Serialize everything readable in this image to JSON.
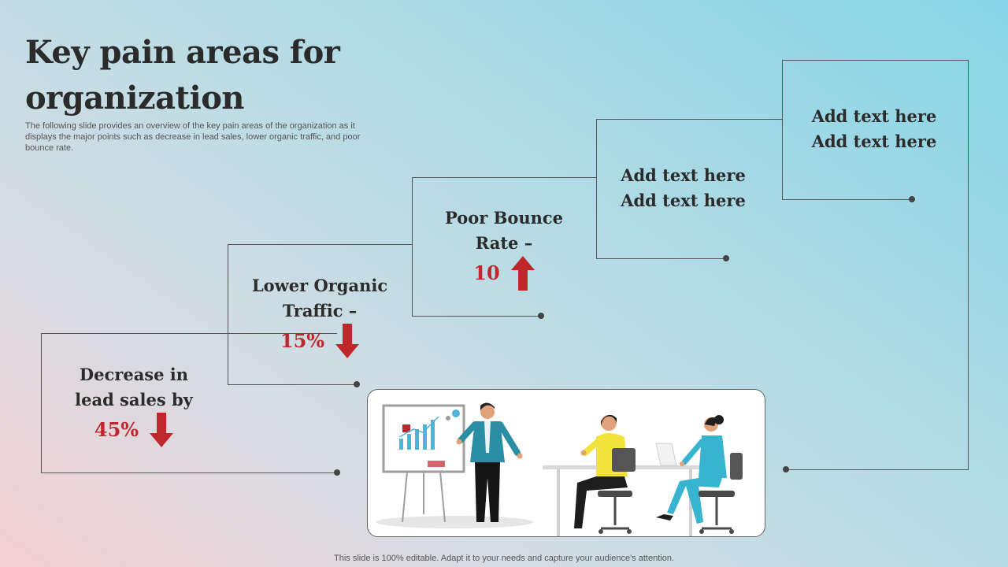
{
  "title": "Key pain areas for organization",
  "subtitle": "The following slide provides an overview of the key pain areas of the organization as it displays the major points such as decrease in lead sales, lower organic traffic, and poor bounce rate.",
  "steps": [
    {
      "line1": "Decrease in",
      "line2": "lead sales by",
      "value": "45%",
      "direction": "down"
    },
    {
      "line1": "Lower Organic",
      "line2": "Traffic –",
      "value": "15%",
      "direction": "down"
    },
    {
      "line1": "Poor Bounce",
      "line2": "Rate –",
      "value": "10",
      "direction": "up"
    },
    {
      "line1": "Add text here",
      "line2": "Add text here"
    },
    {
      "line1": "Add text here",
      "line2": "Add text here"
    }
  ],
  "footer": "This slide is 100% editable. Adapt it to your needs and capture your audience's attention.",
  "colors": {
    "accent": "#c0272d",
    "text": "#2b2b2b",
    "line": "#555555"
  },
  "illustration": {
    "icon": "business-presentation-illustration"
  }
}
